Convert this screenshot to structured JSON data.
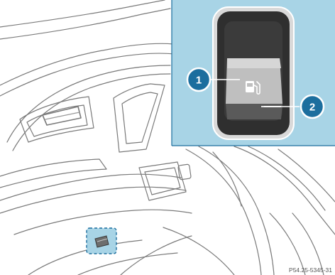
{
  "callouts": [
    {
      "number": "1"
    },
    {
      "number": "2"
    }
  ],
  "image_reference": "P54.25-5345-31",
  "colors": {
    "highlight_panel": "#a8d4e6",
    "callout_fill": "#1c6e9e",
    "callout_ring": "#ffffff",
    "line_art": "#7a7a7a",
    "switch_housing": "#2f2f2f"
  },
  "icons": [
    "fuel-filler-flap-icon"
  ]
}
